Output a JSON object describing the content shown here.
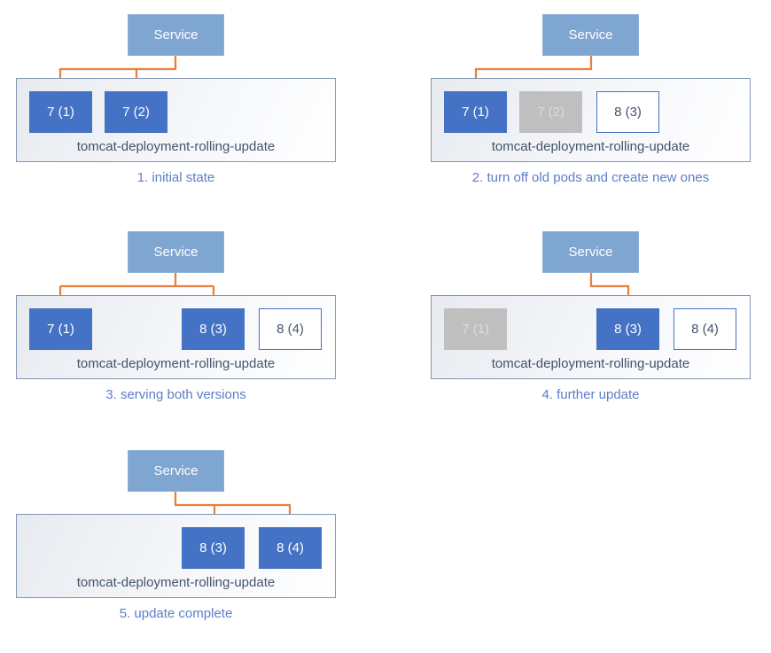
{
  "colors": {
    "service_fill": "#7FA5D1",
    "pod_active_fill": "#4472C4",
    "pod_stopped_fill": "#BFBFBF",
    "pod_new_border": "#4472C4",
    "deployment_border": "#8395B4",
    "deployment_label_text": "#44546A",
    "caption_text": "#5B7EC9",
    "connector_arrow": "#E8803C"
  },
  "panels": [
    {
      "service_label": "Service",
      "deployment_label": "tomcat-deployment-rolling-update",
      "caption": "1. initial state",
      "pods": [
        {
          "label": "7 (1)",
          "state": "active"
        },
        {
          "label": "7 (2)",
          "state": "active"
        }
      ]
    },
    {
      "service_label": "Service",
      "deployment_label": "tomcat-deployment-rolling-update",
      "caption": "2. turn off old pods and create new ones",
      "pods": [
        {
          "label": "7 (1)",
          "state": "active"
        },
        {
          "label": "7 (2)",
          "state": "stopped"
        },
        {
          "label": "8 (3)",
          "state": "new"
        }
      ]
    },
    {
      "service_label": "Service",
      "deployment_label": "tomcat-deployment-rolling-update",
      "caption": "3. serving both versions",
      "pods": [
        {
          "label": "7 (1)",
          "state": "active"
        },
        {
          "label": "8 (3)",
          "state": "active"
        },
        {
          "label": "8 (4)",
          "state": "new"
        }
      ]
    },
    {
      "service_label": "Service",
      "deployment_label": "tomcat-deployment-rolling-update",
      "caption": "4. further update",
      "pods": [
        {
          "label": "7 (1)",
          "state": "stopped"
        },
        {
          "label": "8 (3)",
          "state": "active"
        },
        {
          "label": "8 (4)",
          "state": "new"
        }
      ]
    },
    {
      "service_label": "Service",
      "deployment_label": "tomcat-deployment-rolling-update",
      "caption": "5. update complete",
      "pods": [
        {
          "label": "8 (3)",
          "state": "active"
        },
        {
          "label": "8 (4)",
          "state": "active"
        }
      ]
    }
  ]
}
